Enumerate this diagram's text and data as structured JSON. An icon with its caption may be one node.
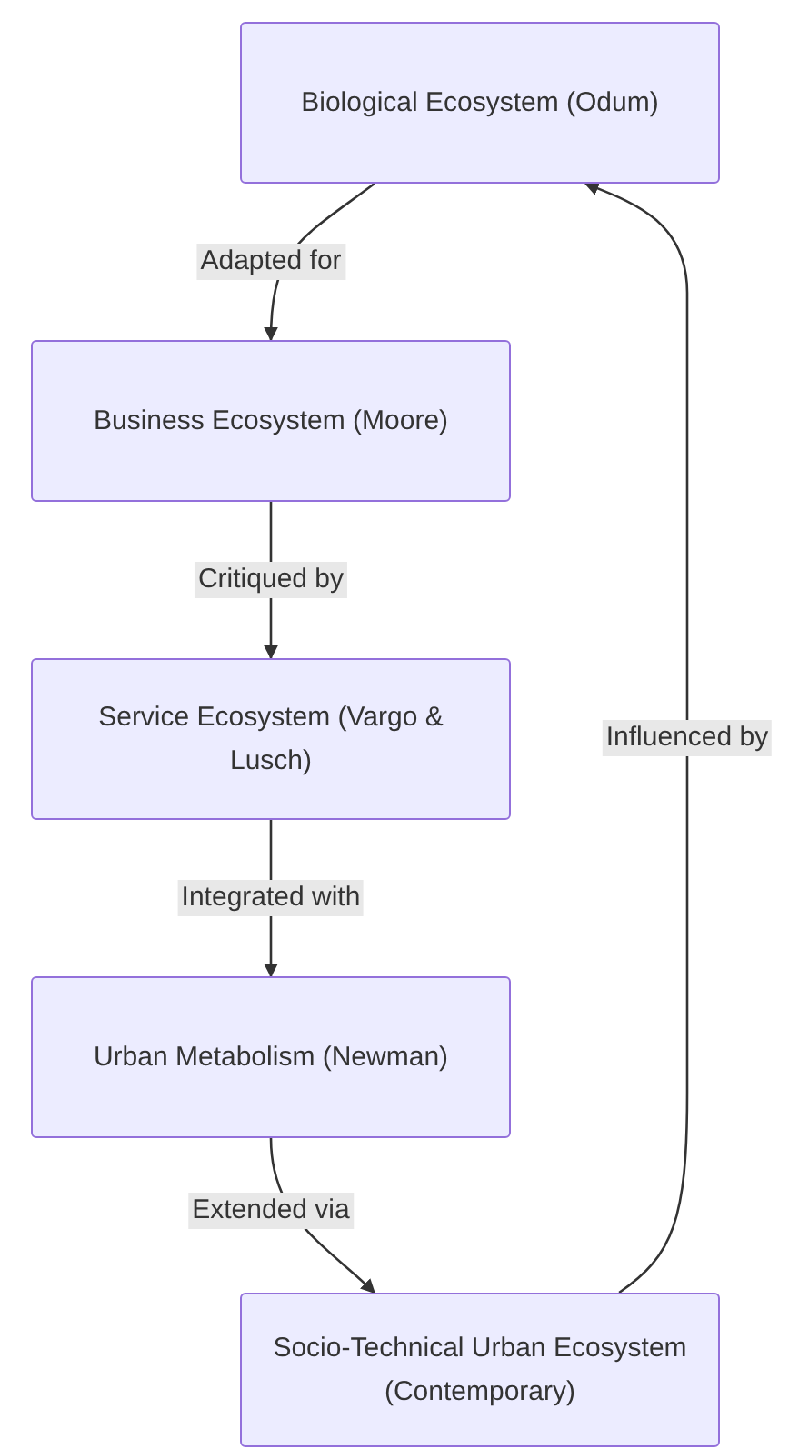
{
  "diagram": {
    "nodes": [
      {
        "text": [
          "Biological Ecosystem (Odum)"
        ]
      },
      {
        "text": [
          "Business Ecosystem (Moore)"
        ]
      },
      {
        "text": [
          "Service Ecosystem (Vargo & Lusch)"
        ]
      },
      {
        "text": [
          "Urban Metabolism (Newman)"
        ]
      },
      {
        "text": [
          "Socio-Technical Urban Ecosystem (Contemporary)"
        ]
      }
    ],
    "edges": [
      {
        "from": 0,
        "to": 1,
        "arrow": "to",
        "label": "Adapted for"
      },
      {
        "from": 1,
        "to": 2,
        "arrow": "to",
        "label": "Critiqued by"
      },
      {
        "from": 2,
        "to": 3,
        "arrow": "to",
        "label": "Integrated with"
      },
      {
        "from": 3,
        "to": 4,
        "arrow": "to",
        "label": "Extended via"
      },
      {
        "from": 4,
        "to": 0,
        "arrow": "to",
        "label": "Influenced by"
      }
    ]
  }
}
